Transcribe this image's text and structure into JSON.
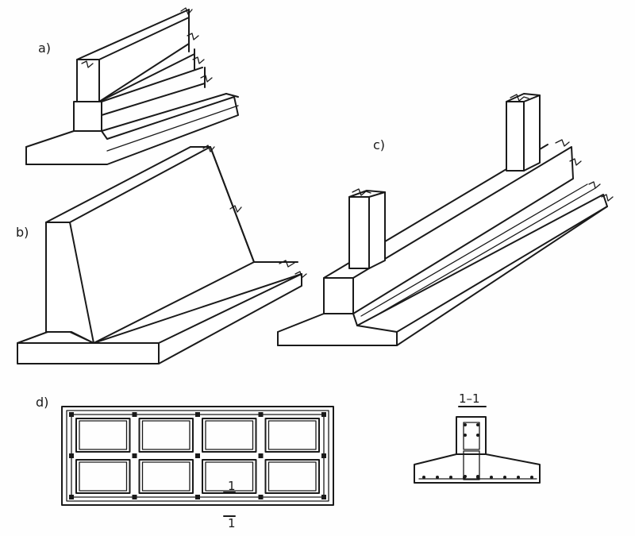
{
  "labels": {
    "a": "a)",
    "b": "b)",
    "c": "c)",
    "d": "d)"
  },
  "section": {
    "title": "1–1",
    "mark_top": "1",
    "mark_bottom": "1"
  }
}
